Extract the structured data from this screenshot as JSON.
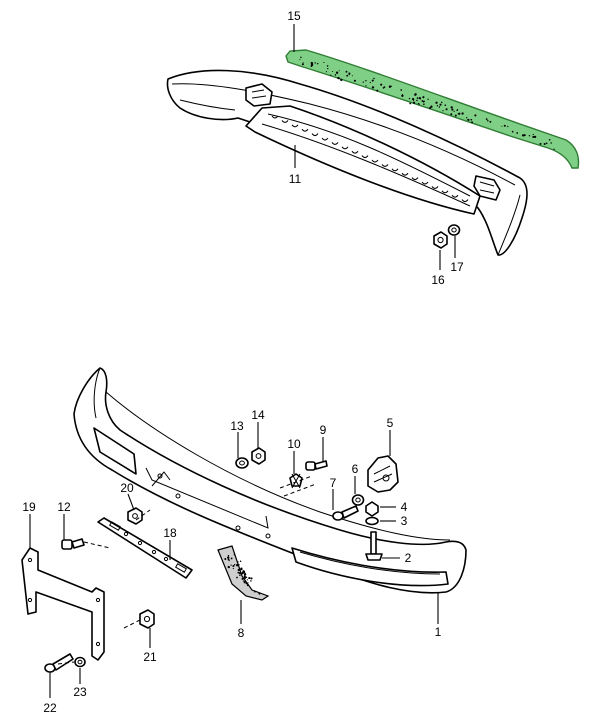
{
  "colors": {
    "background": "#ffffff",
    "line": "#000000",
    "highlight_fill": "#7fcf86",
    "highlight_stroke": "#2f7d34",
    "speckle": "#000000"
  },
  "highlighted_part": "15",
  "parts": {
    "p1": "1",
    "p2": "2",
    "p3": "3",
    "p4": "4",
    "p5": "5",
    "p6": "6",
    "p7": "7",
    "p8": "8",
    "p9": "9",
    "p10": "10",
    "p11": "11",
    "p12": "12",
    "p13": "13",
    "p14": "14",
    "p15": "15",
    "p16": "16",
    "p17": "17",
    "p18": "18",
    "p19": "19",
    "p20": "20",
    "p21": "21",
    "p22": "22",
    "p23": "23"
  }
}
